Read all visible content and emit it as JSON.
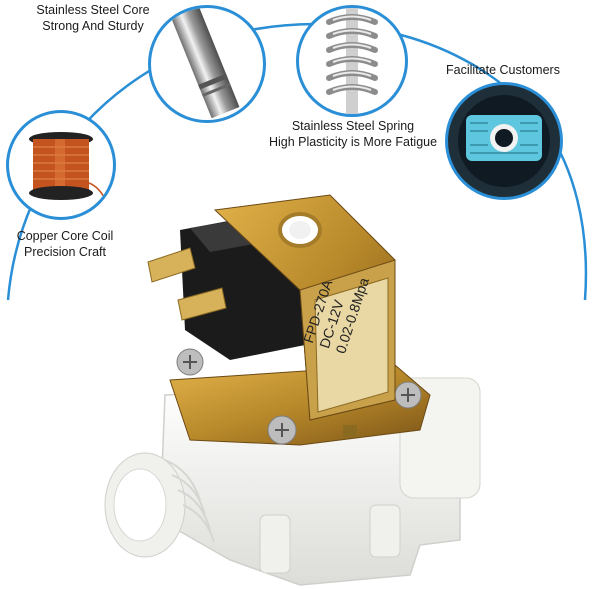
{
  "callouts": {
    "core": {
      "line1": "Stainless Steel Core",
      "line2": "Strong And Sturdy"
    },
    "spring": {
      "line1": "Stainless Steel Spring",
      "line2": "High Plasticity is More Fatigue"
    },
    "customers": {
      "line1": "Facilitate Customers"
    },
    "coil": {
      "line1": "Copper Core Coil",
      "line2": "Precision Craft"
    }
  },
  "valve_label": {
    "model": "FPD-270A",
    "voltage": "DC-12V",
    "pressure": "0.02-0.8Mpa"
  },
  "colors": {
    "accent": "#2a8fd6",
    "copper": "#c4541f",
    "brass": "#b8892a",
    "plastic": "#f1f1ee"
  }
}
